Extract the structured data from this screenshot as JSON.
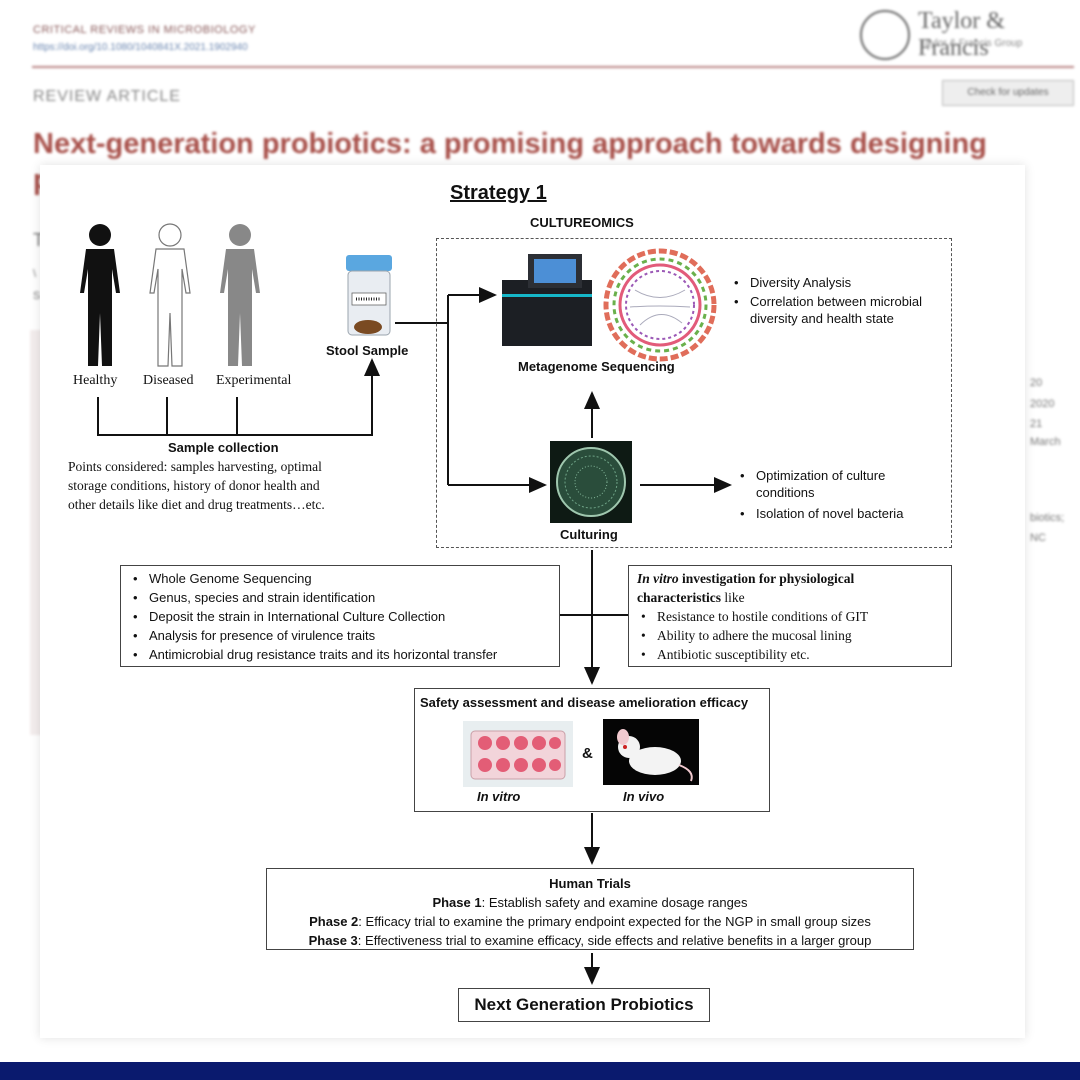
{
  "article": {
    "journal": "CRITICAL REVIEWS IN MICROBIOLOGY",
    "doi": "https://doi.org/10.1080/1040841X.2021.1902940",
    "publisher": "Taylor & Francis",
    "publisher_sub": "Taylor & Francis Group",
    "section": "REVIEW ARTICLE",
    "check_updates": "Check for updates",
    "title_line1": "Next-generation probiotics: a promising approach towards designing",
    "title_line2": "pe",
    "side_letters": [
      "T",
      "\\",
      "S"
    ],
    "right_fragments": [
      "20",
      "2020",
      "21",
      "March",
      "biotics;",
      "NC"
    ]
  },
  "figure": {
    "strategy_title": "Strategy 1",
    "cultureomics_label": "CULTUREOMICS",
    "people_labels": [
      "Healthy",
      "Diseased",
      "Experimental"
    ],
    "stool_label": "Stool Sample",
    "sample_collection_label": "Sample collection",
    "sample_collection_text": [
      "Points considered: samples harvesting, optimal",
      "storage conditions, history of donor health and",
      "other details like diet and drug treatments…etc."
    ],
    "metagenome_label": "Metagenome Sequencing",
    "metagenome_bullets": [
      "Diversity Analysis",
      "Correlation between microbial",
      "diversity and health state"
    ],
    "culturing_label": "Culturing",
    "culturing_bullets": [
      "Optimization of culture",
      "conditions",
      "Isolation of novel bacteria"
    ],
    "genome_bullets": [
      "Whole Genome Sequencing",
      "Genus, species and strain identification",
      "Deposit the strain in International Culture Collection",
      "Analysis for presence of virulence traits",
      "Antimicrobial drug resistance traits and its horizontal transfer"
    ],
    "invitro_heading_italic": "In vitro",
    "invitro_heading_rest": " investigation for physiological",
    "invitro_heading_line2_bold": "characteristics",
    "invitro_heading_line2_rest": " like",
    "invitro_bullets": [
      "Resistance to hostile conditions of GIT",
      "Ability to adhere the mucosal lining",
      "Antibiotic susceptibility etc."
    ],
    "safety_title": "Safety assessment and disease amelioration efficacy",
    "in_vitro_label": "In vitro",
    "in_vivo_label": "In vivo",
    "ampersand": "&",
    "human_trials_title": "Human Trials",
    "phase1_label": "Phase 1",
    "phase1_text": ": Establish safety and examine dosage ranges",
    "phase2_label": "Phase 2",
    "phase2_text": ": Efficacy trial to examine the primary endpoint expected for the NGP in small group sizes",
    "phase3_label": "Phase 3",
    "phase3_text": ": Effectiveness trial to examine efficacy, side effects and relative benefits in a larger group",
    "final_label": "Next Generation Probiotics"
  },
  "colors": {
    "title_red": "#a8504a",
    "bottom_bar": "#0a1a6e"
  }
}
